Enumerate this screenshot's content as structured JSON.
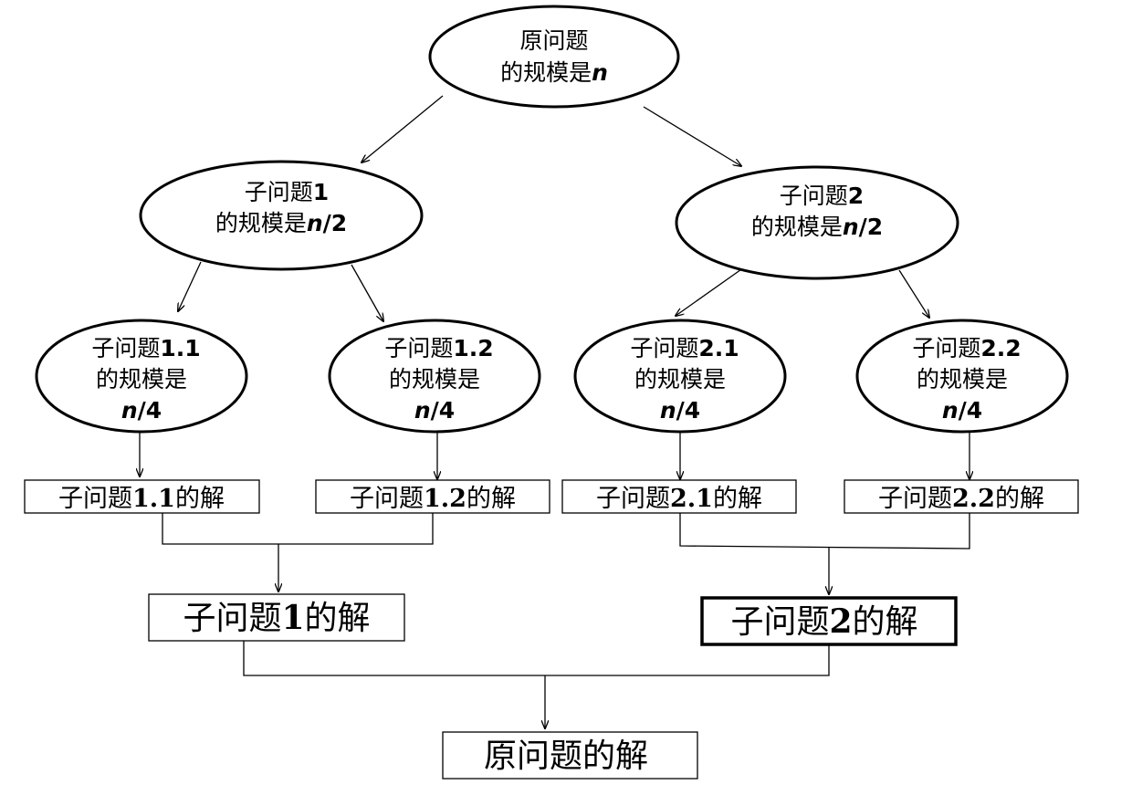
{
  "nodes": {
    "root": {
      "line1": "原问题",
      "line2_prefix": "的规模是",
      "line2_var": "n"
    },
    "sub1": {
      "line1_prefix": "子问题",
      "line1_num": "1",
      "line2_prefix": "的规模是",
      "line2_var": "n",
      "line2_suffix": "/2"
    },
    "sub2": {
      "line1_prefix": "子问题",
      "line1_num": "2",
      "line2_prefix": "的规模是",
      "line2_var": "n",
      "line2_suffix": "/2"
    },
    "sub11": {
      "line1_prefix": "子问题",
      "line1_num": "1.1",
      "line2": "的规模是",
      "line3_var": "n",
      "line3_suffix": "/4"
    },
    "sub12": {
      "line1_prefix": "子问题",
      "line1_num": "1.2",
      "line2": "的规模是",
      "line3_var": "n",
      "line3_suffix": "/4"
    },
    "sub21": {
      "line1_prefix": "子问题",
      "line1_num": "2.1",
      "line2": "的规模是",
      "line3_var": "n",
      "line3_suffix": "/4"
    },
    "sub22": {
      "line1_prefix": "子问题",
      "line1_num": "2.2",
      "line2": "的规模是",
      "line3_var": "n",
      "line3_suffix": "/4"
    }
  },
  "solutions": {
    "sol11": {
      "prefix": "子问题",
      "num": "1.1",
      "suffix": "的解"
    },
    "sol12": {
      "prefix": "子问题",
      "num": "1.2",
      "suffix": "的解"
    },
    "sol21": {
      "prefix": "子问题",
      "num": "2.1",
      "suffix": "的解"
    },
    "sol22": {
      "prefix": "子问题",
      "num": "2.2",
      "suffix": "的解"
    },
    "sol1": {
      "prefix": "子问题",
      "num": "1",
      "suffix": "的解"
    },
    "sol2": {
      "prefix": "子问题",
      "num": "2",
      "suffix": "的解"
    },
    "root": {
      "text": "原问题的解"
    }
  }
}
